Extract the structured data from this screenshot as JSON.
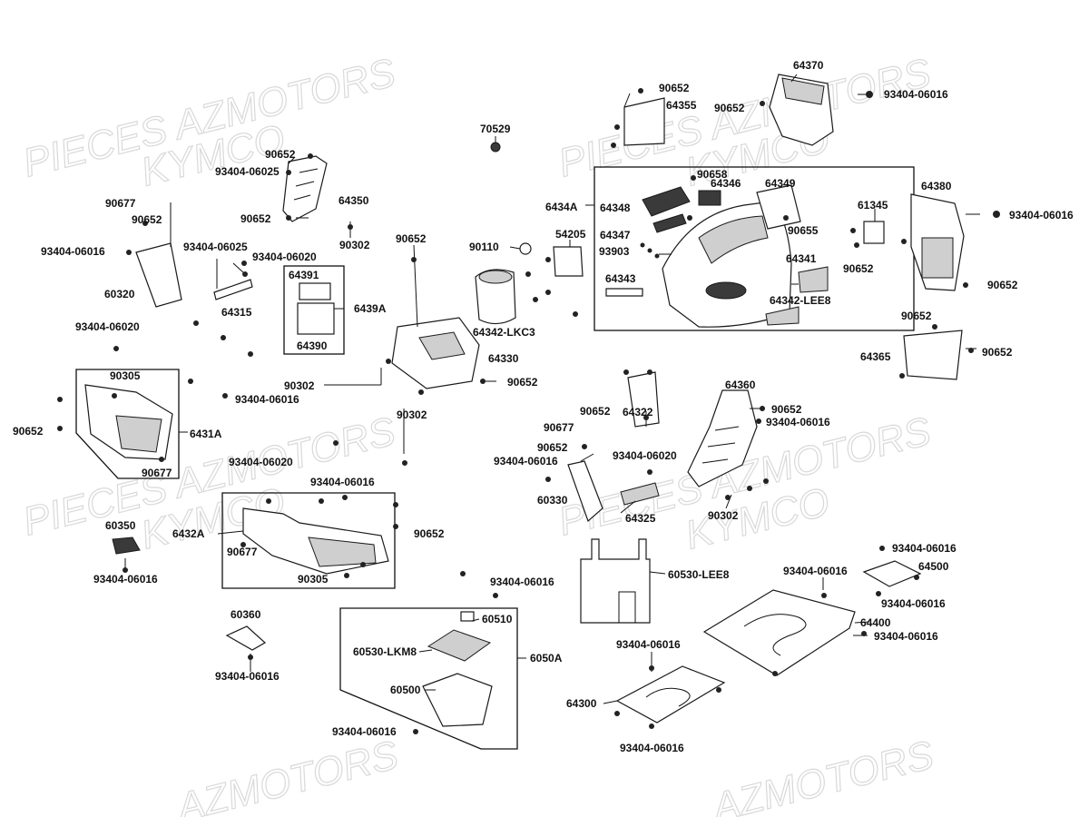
{
  "watermarks": [
    "PIECES AZMOTORS",
    "KYMCO",
    "PIECES AZMOTORS",
    "KYMCO",
    "PIECES AZMOTORS",
    "KYMCO",
    "PIECES AZMOTORS",
    "KYMCO",
    "AZMOTORS",
    "AZMOTORS"
  ],
  "labels": [
    "70529",
    "90652",
    "64355",
    "90652",
    "64370",
    "93404-06016",
    "90652",
    "93404-06025",
    "64350",
    "90677",
    "90652",
    "90652",
    "90302",
    "93404-06016",
    "93404-06025",
    "93404-06020",
    "64391",
    "6439A",
    "64390",
    "60320",
    "64315",
    "90652",
    "90110",
    "54205",
    "6434A",
    "90658",
    "64346",
    "64349",
    "64348",
    "64347",
    "90655",
    "93903",
    "64341",
    "64343",
    "64342-LEE8",
    "64342-LKC3",
    "61345",
    "64380",
    "93404-06016",
    "90652",
    "90652",
    "64365",
    "90652",
    "90652",
    "93404-06020",
    "64330",
    "90302",
    "90652",
    "90305",
    "93404-06016",
    "90302",
    "6431A",
    "90677",
    "90652",
    "64322",
    "90652",
    "64360",
    "90652",
    "93404-06016",
    "90677",
    "90652",
    "93404-06016",
    "93404-06020",
    "60330",
    "64325",
    "90302",
    "93404-06020",
    "93404-06016",
    "60350",
    "6432A",
    "90677",
    "90652",
    "90305",
    "93404-06016",
    "93404-06016",
    "60530-LEE8",
    "93404-06016",
    "93404-06016",
    "64500",
    "93404-06016",
    "64400",
    "93404-06016",
    "60360",
    "60510",
    "60530-LKM8",
    "6050A",
    "60500",
    "93404-06016",
    "93404-06016",
    "93404-06016",
    "64300",
    "93404-06016",
    "93404-06016"
  ]
}
